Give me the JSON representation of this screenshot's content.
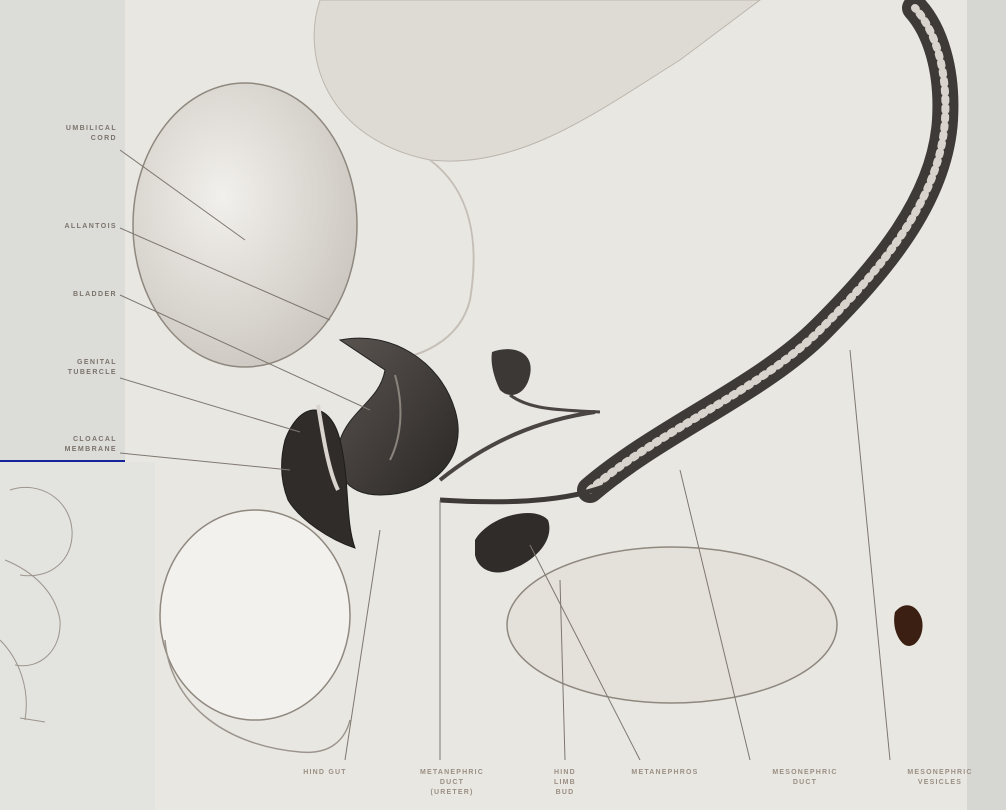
{
  "labels_left": [
    "UMBILICAL\nCORD",
    "ALLANTOIS",
    "BLADDER",
    "GENITAL\nTUBERCLE",
    "CLOACAL\nMEMBRANE"
  ],
  "labels_bottom": [
    "HIND GUT",
    "METANEPHRIC\nDUCT\n(URETER)",
    "HIND\nLIMB\nBUD",
    "METANEPHROS",
    "MESONEPHRIC\nDUCT",
    "MESONEPHRIC\nVESICLES"
  ],
  "colors": {
    "slide_border": "#1a2a9f",
    "paper": "#e9e7e2",
    "structure_dark": "#3a3633",
    "outline": "#6e6862"
  }
}
